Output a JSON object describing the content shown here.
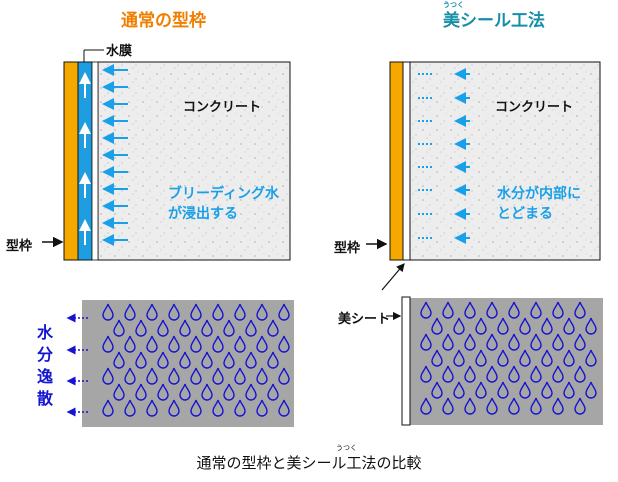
{
  "left_panel": {
    "title": "通常の型枠",
    "water_film_label": "水膜",
    "concrete_label": "コンクリート",
    "bleeding_text_line1": "ブリーディング水",
    "bleeding_text_line2": "が浸出する",
    "formwork_label": "型枠",
    "water_escape_chars": [
      "水",
      "分",
      "逸",
      "散"
    ]
  },
  "right_panel": {
    "title_ruby": "うつく",
    "title": "美シール工法",
    "concrete_label": "コンクリート",
    "water_stays_line1": "水分が内部に",
    "water_stays_line2": "とどまる",
    "formwork_label": "型枠",
    "sheet_label": "美シート"
  },
  "caption": {
    "ruby": "うつく",
    "text": "通常の型枠と美シール工法の比較"
  },
  "colors": {
    "formwork": "#f5a800",
    "water_film": "#1e9ee0",
    "arrow": "#1aa0e8",
    "concrete_bg": "#eeeeee",
    "section_bg": "#a6a6a6",
    "droplet": "#1414d2"
  }
}
